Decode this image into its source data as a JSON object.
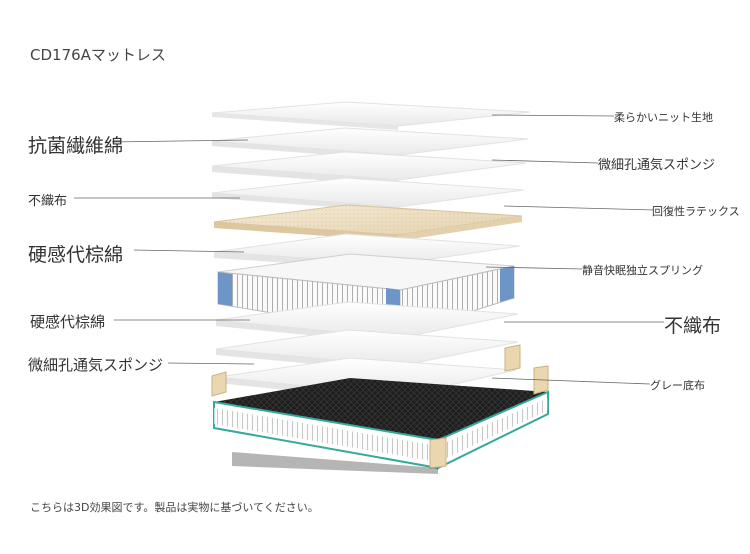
{
  "title": "CD176Aマットレス",
  "footnote": "こちらは3D効果図です。製品は実物に基づいてください。",
  "left_labels": [
    {
      "text": "抗菌繊維綿"
    },
    {
      "text": "不織布"
    },
    {
      "text": "硬感代棕綿"
    },
    {
      "text": "硬感代棕綿"
    },
    {
      "text": "微細孔通気スポンジ"
    }
  ],
  "right_labels": [
    {
      "text": "柔らかいニット生地"
    },
    {
      "text": "微細孔通気スポンジ"
    },
    {
      "text": "回復性ラテックス"
    },
    {
      "text": "静音快眠独立スプリング"
    },
    {
      "text": "不織布"
    },
    {
      "text": "グレー底布"
    }
  ],
  "colors": {
    "layer_fill": "#f4f4f4",
    "latex_fill": "#efe3cc",
    "spring_edge": "#6d95c8",
    "base_border": "#35a99c",
    "base_black": "#222222",
    "base_trim": "#ead7b0"
  }
}
